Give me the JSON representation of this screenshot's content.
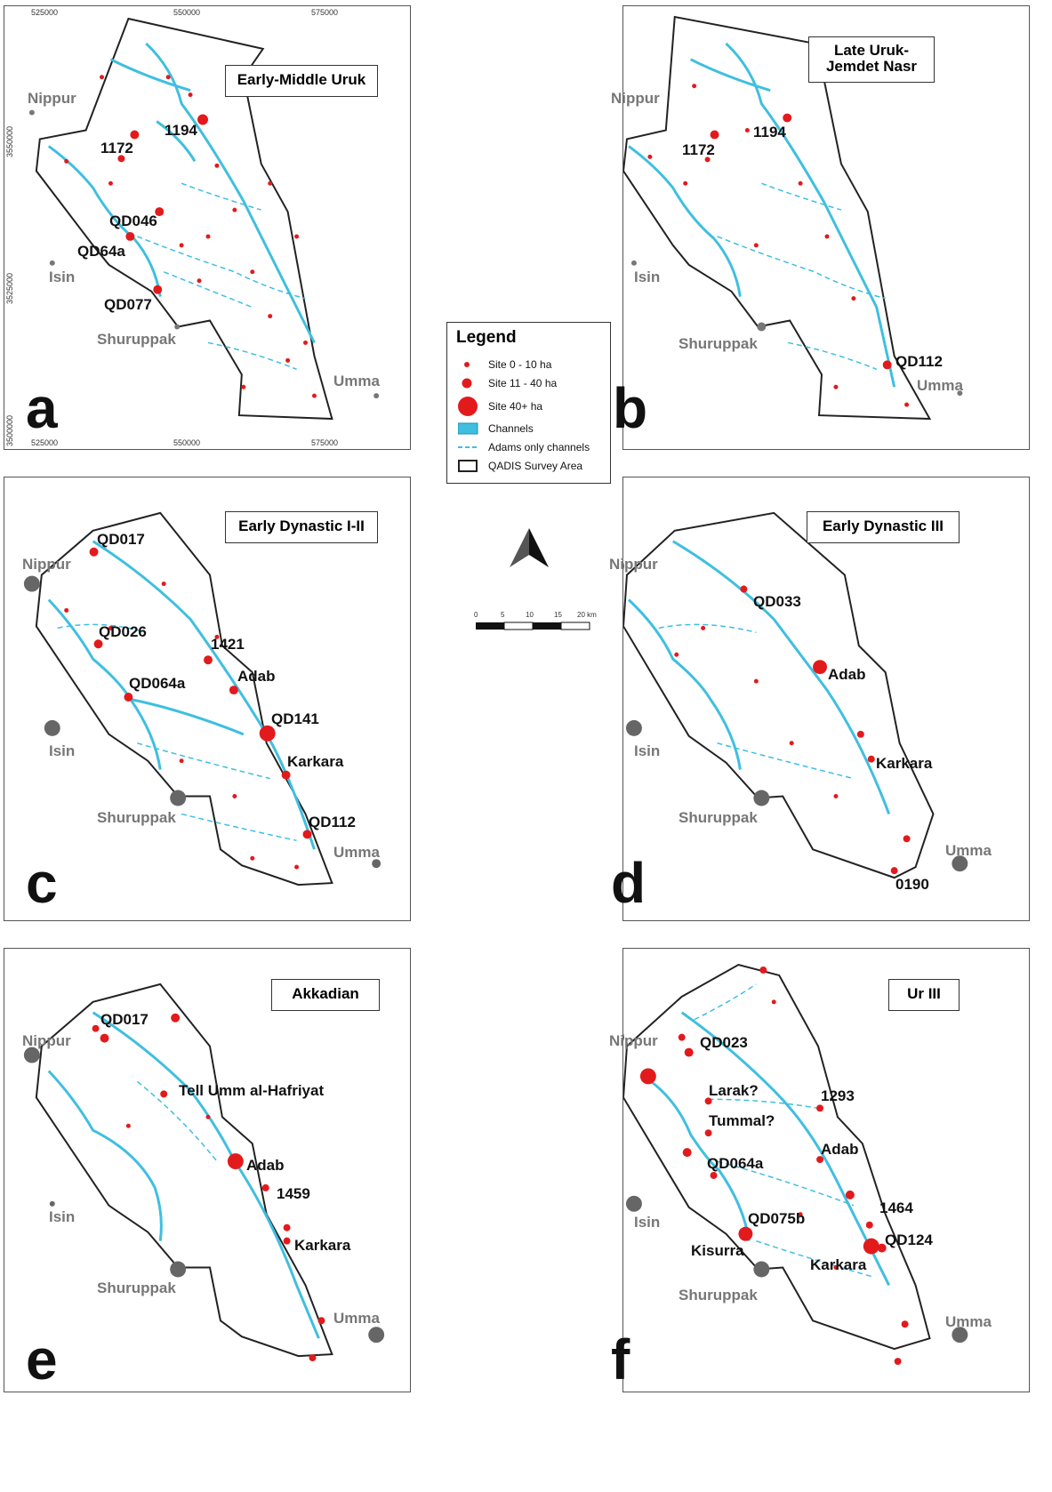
{
  "axis": {
    "x_ticks": [
      "525000",
      "550000",
      "575000"
    ],
    "y_ticks": [
      "3550000",
      "3525000",
      "3500000"
    ]
  },
  "legend": {
    "title": "Legend",
    "items": [
      {
        "label": "Site 0 - 10 ha",
        "symbol": "small-dot"
      },
      {
        "label": "Site 11 - 40 ha",
        "symbol": "medium-dot"
      },
      {
        "label": "Site 40+ ha",
        "symbol": "large-dot"
      },
      {
        "label": "Channels",
        "symbol": "channel-swatch"
      },
      {
        "label": "Adams only channels",
        "symbol": "dashed-line"
      },
      {
        "label": "QADIS Survey Area",
        "symbol": "outline-box"
      }
    ]
  },
  "scale": {
    "labels": [
      "0",
      "5",
      "10",
      "15",
      "20 km"
    ]
  },
  "colors": {
    "site": "#e31a1c",
    "channel": "#3fbfe0",
    "city": "#666666",
    "outline": "#222222"
  },
  "panels": [
    {
      "letter": "a",
      "title": "Early-Middle Uruk",
      "sites": [
        "1172",
        "1194",
        "QD046",
        "QD64a",
        "QD077"
      ],
      "cities": [
        "Nippur",
        "Isin",
        "Shuruppak",
        "Umma"
      ]
    },
    {
      "letter": "b",
      "title": "Late Uruk-\nJemdet Nasr",
      "sites": [
        "1172",
        "1194",
        "QD112"
      ],
      "cities": [
        "Nippur",
        "Isin",
        "Shuruppak",
        "Umma"
      ]
    },
    {
      "letter": "c",
      "title": "Early Dynastic I-II",
      "sites": [
        "QD017",
        "QD026",
        "1421",
        "Adab",
        "QD064a",
        "QD141",
        "Karkara",
        "QD112"
      ],
      "cities": [
        "Nippur",
        "Isin",
        "Shuruppak",
        "Umma"
      ]
    },
    {
      "letter": "d",
      "title": "Early Dynastic III",
      "sites": [
        "QD033",
        "Adab",
        "Karkara",
        "0190"
      ],
      "cities": [
        "Nippur",
        "Isin",
        "Shuruppak",
        "Umma"
      ]
    },
    {
      "letter": "e",
      "title": "Akkadian",
      "sites": [
        "QD017",
        "Tell Umm al-Hafriyat",
        "Adab",
        "1459",
        "Karkara"
      ],
      "cities": [
        "Nippur",
        "Isin",
        "Shuruppak",
        "Umma"
      ]
    },
    {
      "letter": "f",
      "title": "Ur III",
      "sites": [
        "QD023",
        "Larak?",
        "1293",
        "Tummal?",
        "Adab",
        "QD064a",
        "1464",
        "QD075b",
        "QD124",
        "Kisurra",
        "Karkara"
      ],
      "cities": [
        "Nippur",
        "Isin",
        "Shuruppak",
        "Umma"
      ]
    }
  ]
}
